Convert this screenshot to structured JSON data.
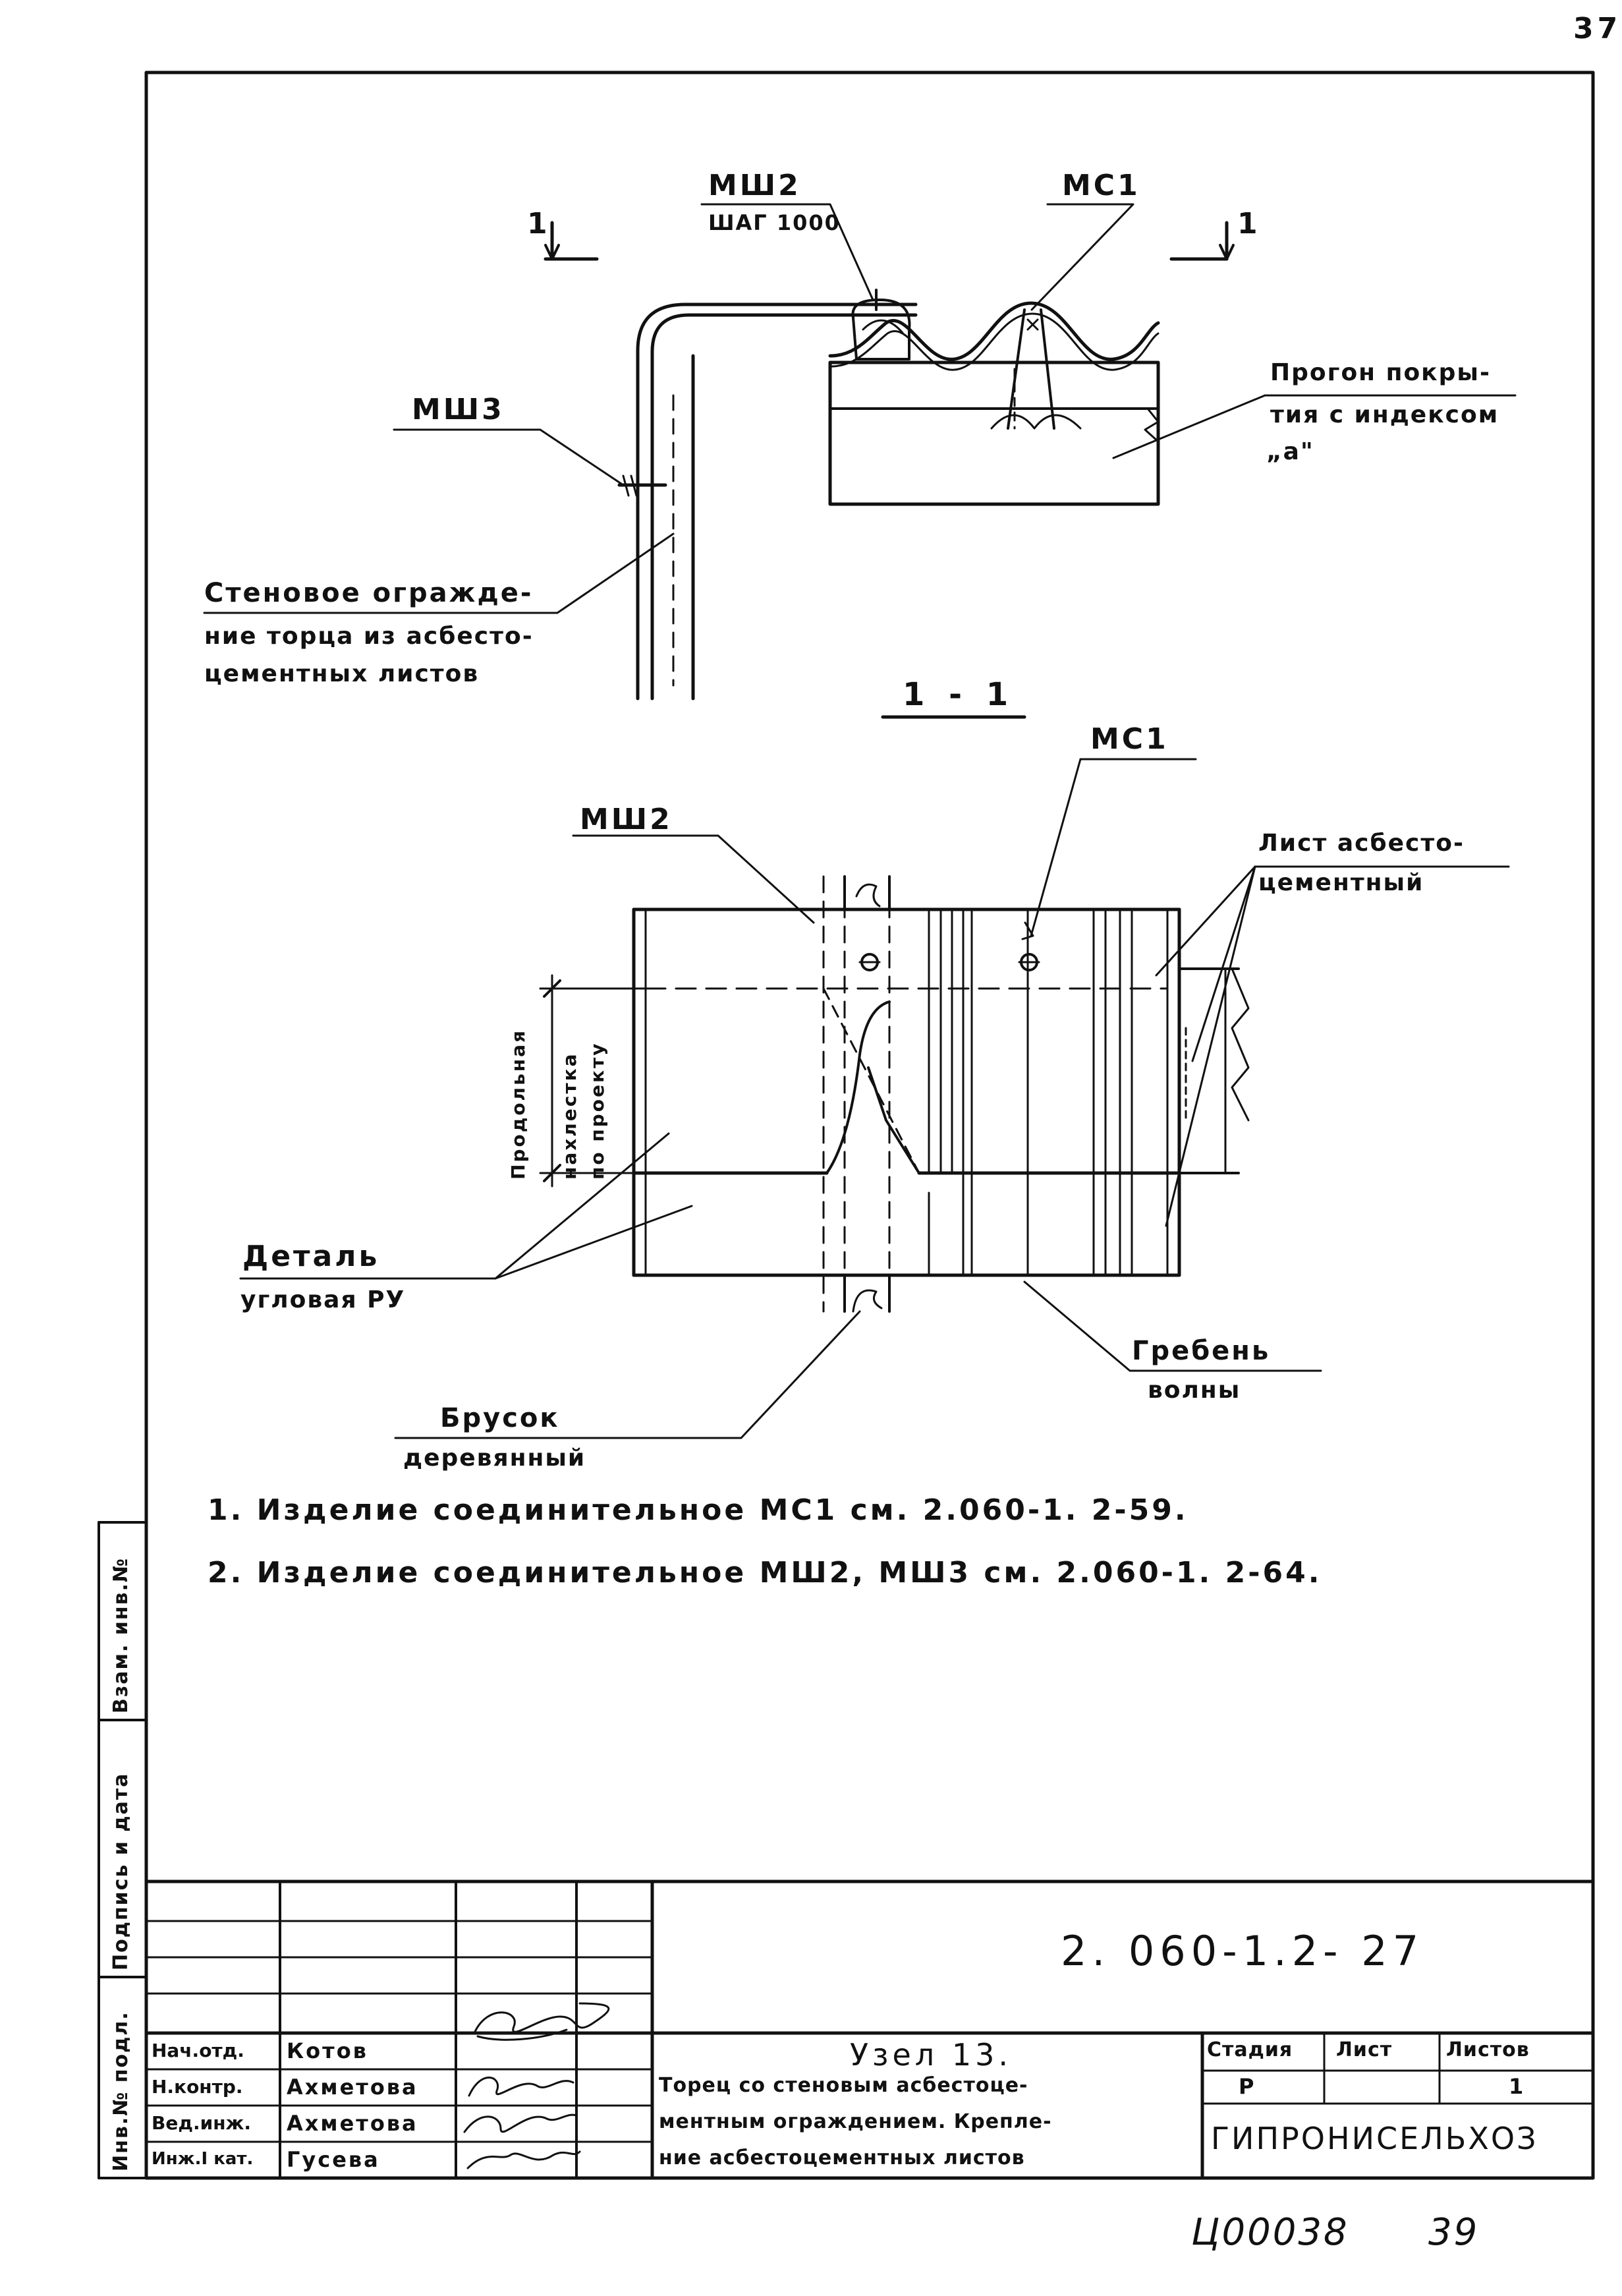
{
  "page_number": "37",
  "section_mark_left": "1",
  "section_mark_right": "1",
  "labels": {
    "msh2_top": "МШ2",
    "step": "ШАГ 1000",
    "ms1_top": "МС1",
    "msh3": "МШ3",
    "purlin_1": "Прогон покры-",
    "purlin_2": "тия с индексом",
    "purlin_3": "„а\"",
    "wall_1": "Стеновое огражде-",
    "wall_2": "ние торца из асбесто-",
    "wall_3": "цементных листов",
    "section_title": "1 - 1",
    "ms1_sec": "МС1",
    "msh2_sec": "МШ2",
    "sheet_1": "Лист асбесто-",
    "sheet_2": "цементный",
    "overlap_1": "Продольная",
    "overlap_2": "нахлестка",
    "overlap_3": "по проекту",
    "detail_1": "Деталь",
    "detail_2": "угловая РУ",
    "ridge_1": "Гребень",
    "ridge_2": "волны",
    "bar_1": "Брусок",
    "bar_2": "деревянный"
  },
  "notes": [
    "1. Изделие соединительное МС1 см. 2.060-1. 2-59.",
    "2. Изделие соединительное МШ2, МШ3 см. 2.060-1. 2-64."
  ],
  "margin_labels": {
    "inv_orig": "Инв.№ подл.",
    "sign_date": "Подпись и дата",
    "inv_repl": "Взам. инв.№"
  },
  "title_block": {
    "doc_code": "2. 060-1.2- 27",
    "title_line_1": "Узел 13.",
    "title_line_2": "Торец со стеновым асбестоце-",
    "title_line_3": "ментным ограждением. Крепле-",
    "title_line_4": "ние асбестоцементных листов",
    "stage_label": "Стадия",
    "sheet_label": "Лист",
    "sheets_label": "Листов",
    "stage_value": "Р",
    "sheet_value": "",
    "sheets_value": "1",
    "org": "ГИПРОНИСЕЛЬХОЗ",
    "staff": [
      {
        "role": "Нач.отд.",
        "name": "Котов"
      },
      {
        "role": "Н.контр.",
        "name": "Ахметова"
      },
      {
        "role": "Вед.инж.",
        "name": "Ахметова"
      },
      {
        "role": "Инж.I кат.",
        "name": "Гусева"
      }
    ]
  },
  "bottom_code": "Ц00038",
  "bottom_number": "39"
}
